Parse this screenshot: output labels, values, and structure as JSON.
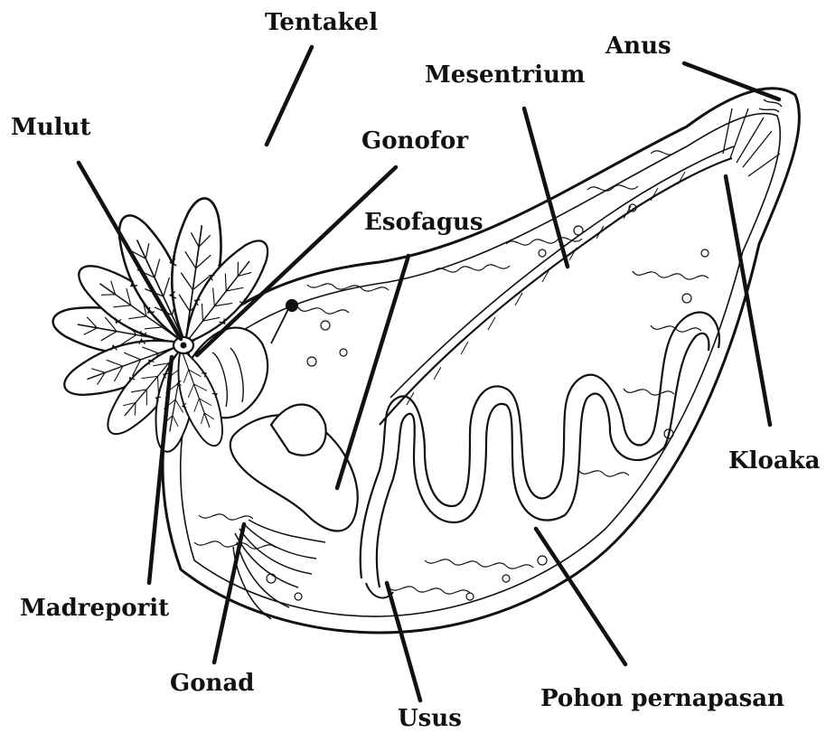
{
  "diagram": {
    "colors": {
      "ink": "#111111",
      "background": "#ffffff"
    },
    "labels": {
      "tentakel": "Tentakel",
      "anus": "Anus",
      "mesentrium": "Mesentrium",
      "mulut": "Mulut",
      "gonofor": "Gonofor",
      "esofagus": "Esofagus",
      "kloaka": "Kloaka",
      "madreporit": "Madreporit",
      "gonad": "Gonad",
      "usus": "Usus",
      "pohon_pernapasan": "Pohon pernapasan"
    }
  }
}
